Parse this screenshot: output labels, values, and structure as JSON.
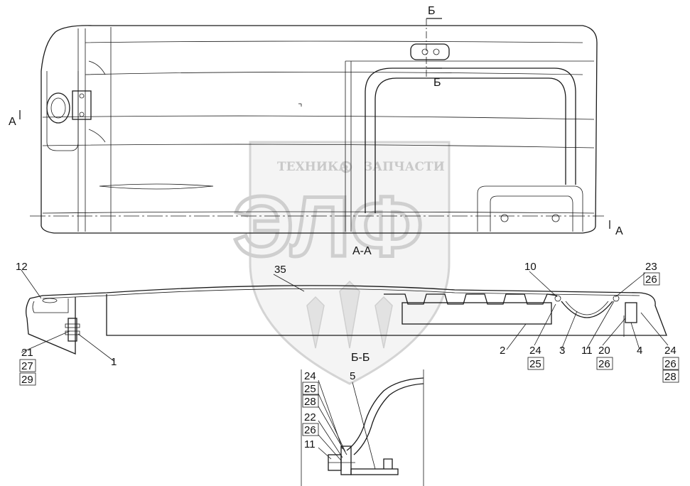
{
  "watermark": {
    "line1_left": "ТЕХНИКА",
    "line1_right": "ЗАПЧАСТИ",
    "letters": "ЭЛФ",
    "gear_icon": "gear-icon"
  },
  "sections": {
    "b_top": "Б",
    "b_mid": "Б",
    "a_left": "А",
    "a_right": "А",
    "view_aa": "А-А",
    "view_bb": "Б-Б"
  },
  "callouts_aa": {
    "c12": "12",
    "c35": "35",
    "c10": "10",
    "c23": "23",
    "c26a": "26",
    "c21": "21",
    "c27": "27",
    "c29": "29",
    "c1": "1",
    "c2": "2",
    "c24a": "24",
    "c25a": "25",
    "c3": "3",
    "c11a": "11",
    "c20": "20",
    "c26b": "26",
    "c4": "4",
    "c24b": "24",
    "c26c": "26",
    "c28a": "28"
  },
  "callouts_bb": {
    "c24": "24",
    "c25": "25",
    "c28": "28",
    "c5": "5",
    "c22": "22",
    "c26": "26",
    "c11": "11"
  }
}
